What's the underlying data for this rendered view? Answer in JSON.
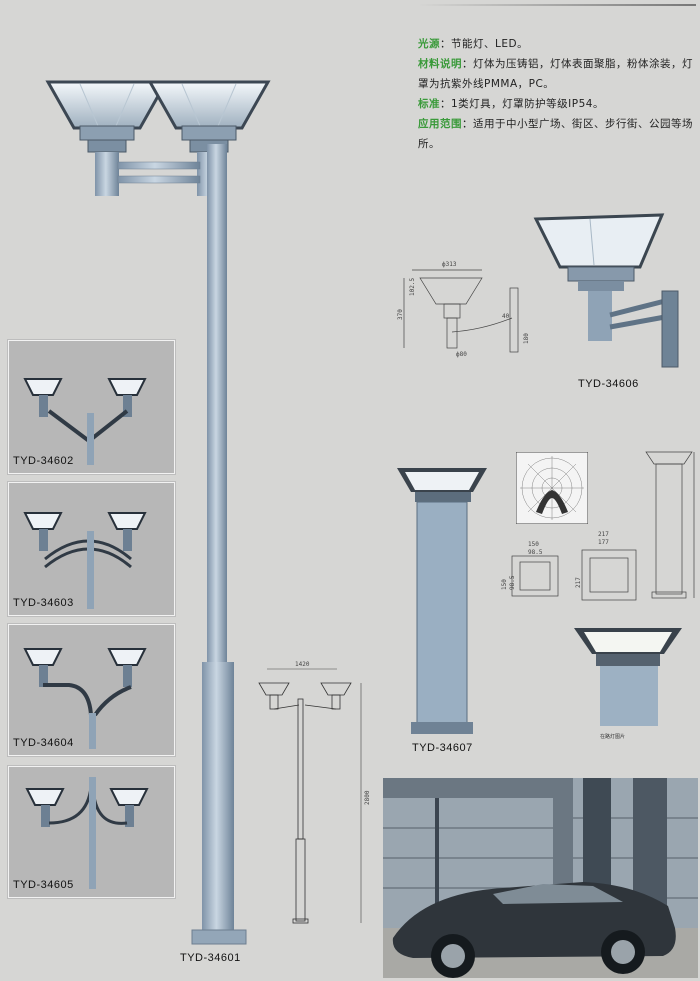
{
  "specs": {
    "light_source_key": "光源",
    "light_source_val": "：节能灯、LED。",
    "material_key": "材料说明",
    "material_val": "：灯体为压铸铝，灯体表面聚脂，粉体涂装，灯罩为抗紫外线PMMA，PC。",
    "standard_key": "标准",
    "standard_val": "：1类灯具，灯罩防护等级IP54。",
    "scope_key": "应用范围",
    "scope_val": "：适用于中小型广场、街区、步行街、公园等场所。"
  },
  "models": {
    "main": "TYD-34601",
    "t2": "TYD-34602",
    "t3": "TYD-34603",
    "t4": "TYD-34604",
    "t5": "TYD-34605",
    "wall": "TYD-34606",
    "bollard": "TYD-34607"
  },
  "dims": {
    "width_1420": "1420",
    "height_2800": "2800",
    "wall_313": "ф313",
    "wall_1025": "102.5",
    "wall_370": "370",
    "wall_40": "40",
    "wall_180": "180",
    "wall_80": "ф80",
    "b_150": "150",
    "b_98": "98.5",
    "b_217a": "217",
    "b_177": "177",
    "b_217b": "217",
    "b_150v": "150",
    "b_985v": "98.5"
  },
  "note": "在路灯图片 "
}
